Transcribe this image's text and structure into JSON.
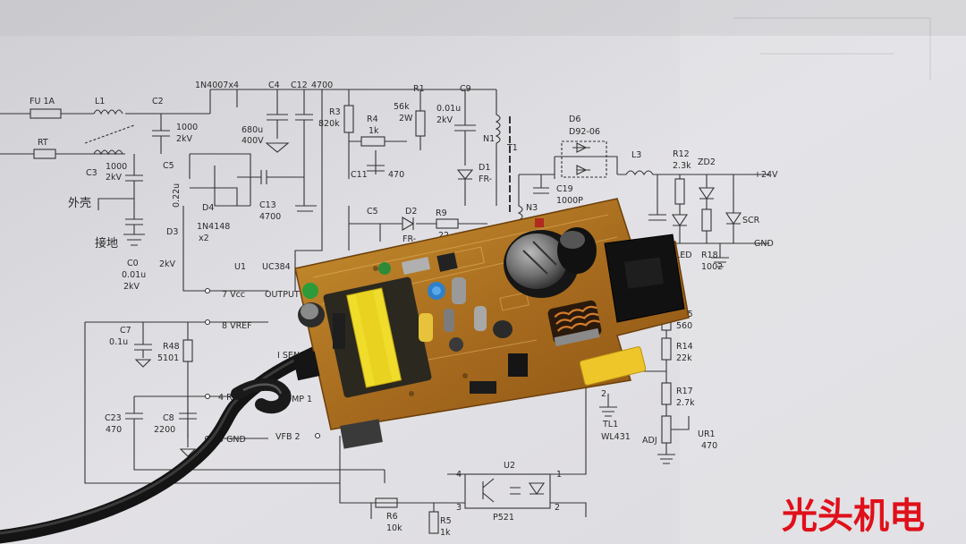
{
  "watermark": "光头机电",
  "labels": {
    "fuse": "FU 1A",
    "l1": "L1",
    "c2": "C2",
    "c2v": "1000",
    "c2kv": "2kV",
    "rt": "RT",
    "c3": "C3",
    "c3v": "1000",
    "c3kv": "2kV",
    "shell": "外壳",
    "ground": "接地",
    "c0": "C0",
    "c0v": "0.01u",
    "c0kv": "2kV",
    "c0kv2": "2kV",
    "bridge": "1N4007x4",
    "c4": "C4",
    "c4v": "680u",
    "c4vv": "400V",
    "c12": "C12",
    "c12v": "4700",
    "c5a": "C5",
    "c5av": "0.22u",
    "d4": "D4",
    "d3": "D3",
    "d3v": "1N4148",
    "d3x": "x2",
    "c13": "C13",
    "c13v": "4700",
    "r3": "R3",
    "r3v": "820k",
    "r4": "R4",
    "r4v": "1k",
    "r1": "R1",
    "r1v": "56k",
    "r1w": "2W",
    "c9": "C9",
    "c9v": "0.01u",
    "c9kv": "2kV",
    "c11": "C11",
    "c11v": "470",
    "n1": "N1",
    "t1": "T1",
    "d1": "D1",
    "d1v": "FR-",
    "c5": "C5",
    "d2": "D2",
    "d2v": "FR-",
    "r9": "R9",
    "r9v": "22",
    "n3": "N3",
    "d6": "D6",
    "d6v": "D92-06",
    "c19": "C19",
    "c19v": "1000P",
    "l3": "L3",
    "r12": "R12",
    "r12v": "2.3k",
    "zd2": "ZD2",
    "p24": "+24V",
    "gnd": "GND",
    "scr": "SCR",
    "led": "LED",
    "r18": "R18",
    "r18v": "1002",
    "u1": "U1",
    "u1v": "UC384",
    "vcc": "7 Vcc",
    "output": "OUTPUT",
    "vref": "8 VREF",
    "isense": "I SENSE",
    "rt4": "4 RT",
    "comp": "COMP 1",
    "gnd5": "5 GND",
    "vfb": "VFB  2",
    "c7": "C7",
    "c7v": "0.1u",
    "r48": "R48",
    "r48v": "5101",
    "c23": "C23",
    "c23v": "470",
    "c8": "C8",
    "c8v": "2200",
    "r15": "R15",
    "r15v": "560",
    "r14": "R14",
    "r14v": "22k",
    "r17": "R17",
    "r17v": "2.7k",
    "ur1": "UR1",
    "ur1v": "470",
    "adj": "ADJ",
    "tl1": "TL1",
    "tl1v": "WL431",
    "u2": "U2",
    "u2v": "P521",
    "r6": "R6",
    "r6v": "10k",
    "r5": "R5",
    "r5v": "1k",
    "pin4": "4",
    "pin1": "1",
    "pin3": "3",
    "pin2": "2",
    "pin2b": "2"
  }
}
